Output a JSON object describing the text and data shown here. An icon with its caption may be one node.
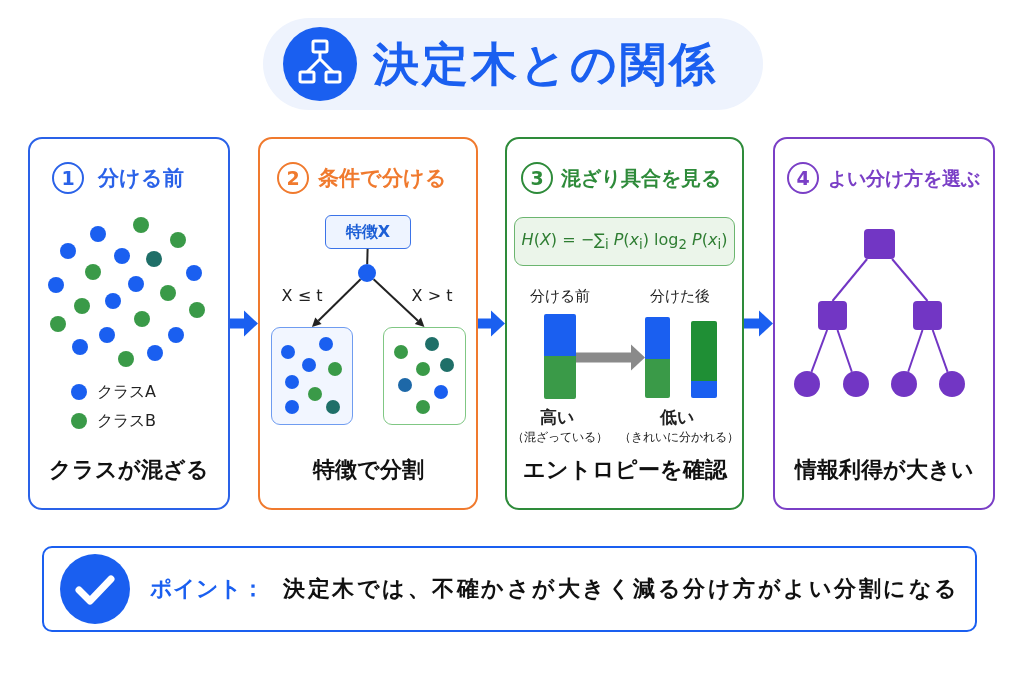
{
  "diagram": {
    "title": "決定木との関係",
    "nodes": [
      {
        "text": [
          "1",
          "分ける前",
          "クラスが混ざる"
        ]
      },
      {
        "text": [
          "2",
          "条件で分ける",
          "特徴で分割"
        ]
      },
      {
        "text": [
          "特徴X"
        ],
        "in": 1
      },
      {
        "text": [],
        "shape": "circle",
        "in": 1
      },
      {
        "text": [],
        "shape": "box",
        "in": 1
      },
      {
        "text": [],
        "shape": "box",
        "in": 1
      },
      {
        "text": [
          "3",
          "混ざり具合を見る",
          "エントロピーを確認"
        ]
      },
      {
        "text": [
          "*H*(*X*) = −∑$_{i}$ *P*(*x*$_{i}$) log$_{2}$ *P*(*x*$_{i}$)"
        ],
        "in": 6
      },
      {
        "text": [],
        "shape": "bar",
        "in": 6
      },
      {
        "text": [],
        "shape": "bar",
        "in": 6
      },
      {
        "text": [],
        "shape": "bar",
        "in": 6
      },
      {
        "text": [
          "4",
          "よい分け方を選ぶ",
          "情報利得が大きい"
        ]
      },
      {
        "text": [],
        "shape": "box",
        "in": 11
      },
      {
        "text": [],
        "shape": "box",
        "in": 11
      },
      {
        "text": [],
        "shape": "box",
        "in": 11
      },
      {
        "text": [],
        "shape": "circle",
        "in": 11
      },
      {
        "text": [],
        "shape": "circle",
        "in": 11
      },
      {
        "text": [],
        "shape": "circle",
        "in": 11
      },
      {
        "text": [],
        "shape": "circle",
        "in": 11
      },
      {
        "text": [
          "ポイント：",
          "決定木では、不確かさが大きく減る分け方がよい分割になる"
        ]
      }
    ],
    "edges": [
      {
        "from": 0,
        "to": 1,
        "arrow": "to",
        "style": "thick",
        "color": "#1a5ff0"
      },
      {
        "from": 1,
        "to": 6,
        "arrow": "to",
        "style": "thick",
        "color": "#1a5ff0"
      },
      {
        "from": 6,
        "to": 11,
        "arrow": "to",
        "style": "thick",
        "color": "#1a5ff0"
      },
      {
        "from": 2,
        "to": 3,
        "arrow": "none",
        "color": "#222222"
      },
      {
        "from": 3,
        "to": 4,
        "arrow": "to",
        "label": "X ≤ t",
        "color": "#222222"
      },
      {
        "from": 3,
        "to": 5,
        "arrow": "to",
        "label": "X > t",
        "color": "#222222"
      },
      {
        "from": 8,
        "to": 9,
        "arrow": "to",
        "style": "thick",
        "color": "#8a8a8a"
      },
      {
        "from": 12,
        "to": 13,
        "arrow": "none",
        "color": "#7236c4"
      },
      {
        "from": 12,
        "to": 14,
        "arrow": "none",
        "color": "#7236c4"
      },
      {
        "from": 13,
        "to": 15,
        "arrow": "none",
        "color": "#7236c4"
      },
      {
        "from": 13,
        "to": 16,
        "arrow": "none",
        "color": "#7236c4"
      },
      {
        "from": 14,
        "to": 17,
        "arrow": "none",
        "color": "#7236c4"
      },
      {
        "from": 14,
        "to": 18,
        "arrow": "none",
        "color": "#7236c4"
      }
    ],
    "labels": [
      "分ける前",
      "分けた後",
      "高い",
      "低い",
      "（混ざっている）",
      "（きれいに分かれる）"
    ],
    "legend": [
      {
        "text": "クラスA",
        "color": "#1a5ff0"
      },
      {
        "text": "クラスB",
        "color": "#3a9a48"
      }
    ]
  }
}
